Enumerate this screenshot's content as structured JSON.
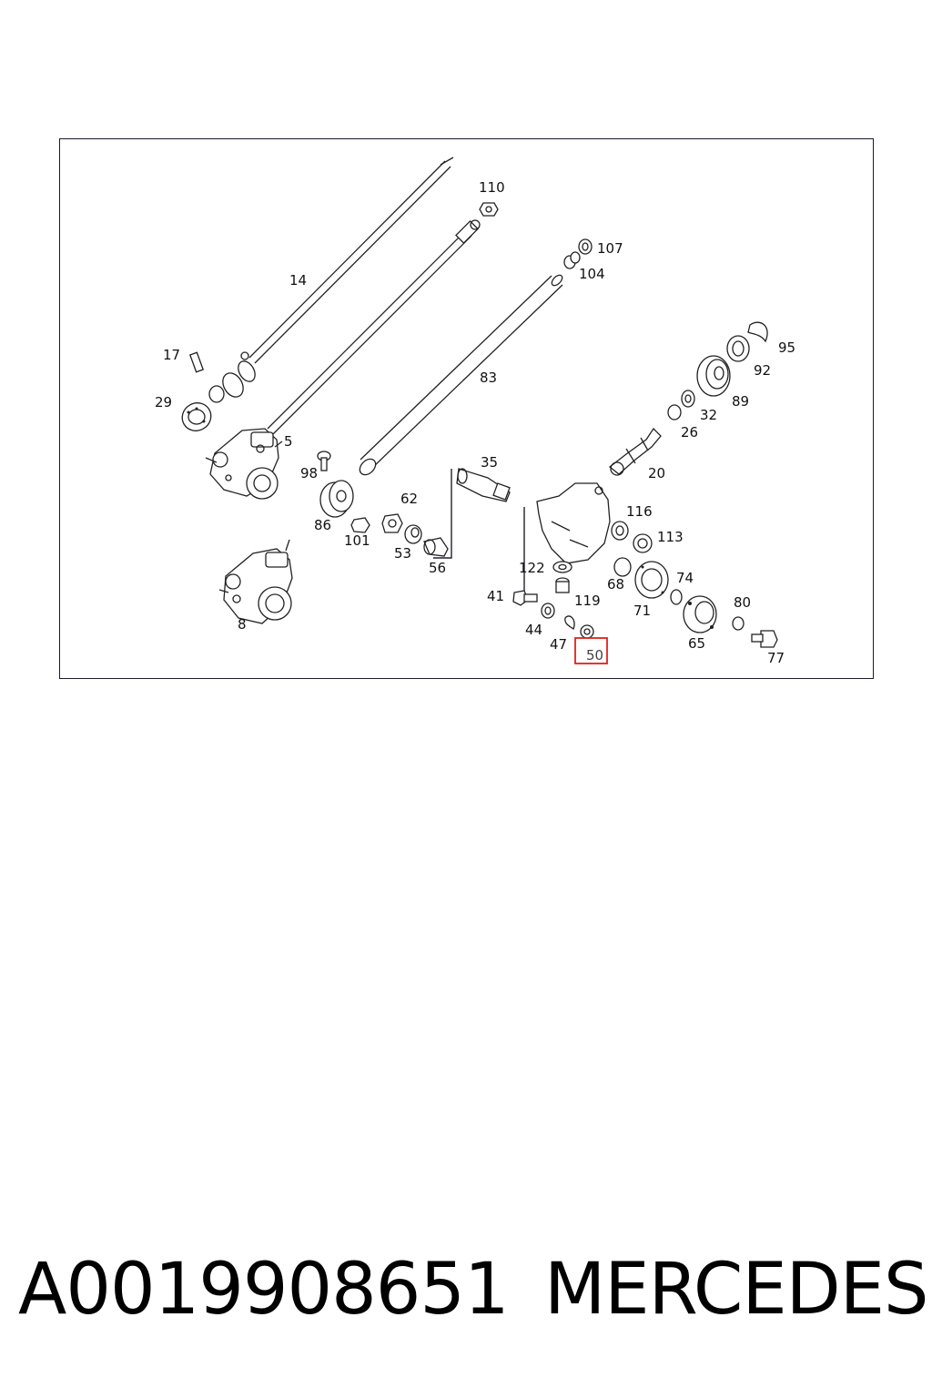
{
  "diagram": {
    "callouts": [
      {
        "id": "110",
        "label": "110"
      },
      {
        "id": "107",
        "label": "107"
      },
      {
        "id": "104",
        "label": "104"
      },
      {
        "id": "14",
        "label": "14"
      },
      {
        "id": "95",
        "label": "95"
      },
      {
        "id": "17",
        "label": "17"
      },
      {
        "id": "92",
        "label": "92"
      },
      {
        "id": "83",
        "label": "83"
      },
      {
        "id": "29",
        "label": "29"
      },
      {
        "id": "89",
        "label": "89"
      },
      {
        "id": "32",
        "label": "32"
      },
      {
        "id": "26",
        "label": "26"
      },
      {
        "id": "5",
        "label": "5"
      },
      {
        "id": "98",
        "label": "98"
      },
      {
        "id": "35",
        "label": "35"
      },
      {
        "id": "20",
        "label": "20"
      },
      {
        "id": "62",
        "label": "62"
      },
      {
        "id": "116",
        "label": "116"
      },
      {
        "id": "86",
        "label": "86"
      },
      {
        "id": "113",
        "label": "113"
      },
      {
        "id": "101",
        "label": "101"
      },
      {
        "id": "53",
        "label": "53"
      },
      {
        "id": "56",
        "label": "56"
      },
      {
        "id": "122",
        "label": "122"
      },
      {
        "id": "74",
        "label": "74"
      },
      {
        "id": "68",
        "label": "68"
      },
      {
        "id": "41",
        "label": "41"
      },
      {
        "id": "119",
        "label": "119"
      },
      {
        "id": "80",
        "label": "80"
      },
      {
        "id": "71",
        "label": "71"
      },
      {
        "id": "8",
        "label": "8"
      },
      {
        "id": "44",
        "label": "44"
      },
      {
        "id": "47",
        "label": "47"
      },
      {
        "id": "65",
        "label": "65"
      },
      {
        "id": "50",
        "label": "50"
      },
      {
        "id": "77",
        "label": "77"
      }
    ],
    "highlighted": "50",
    "highlight_color": "#e0201c"
  },
  "footer": {
    "part_number": "A0019908651",
    "brand": "MERCEDES"
  }
}
